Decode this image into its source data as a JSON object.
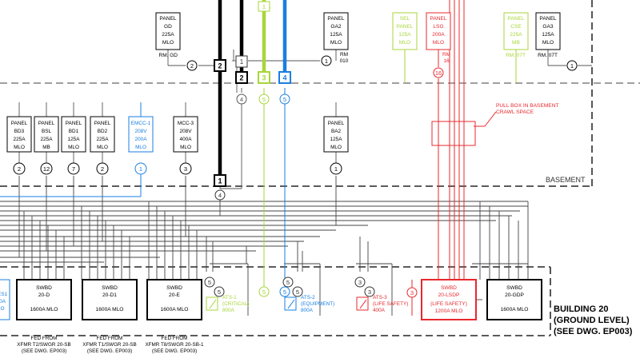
{
  "colors": {
    "black": "#000000",
    "green": "#a8d63a",
    "blue": "#1a7fe0",
    "red": "#e8282d",
    "gray": "#7a7a7a",
    "dashed": "#555555"
  },
  "top_panels": [
    {
      "id": "gd",
      "lines": [
        "PANEL",
        "GD",
        "225A",
        "MLO"
      ],
      "rm": "RM. GD",
      "tag": "2",
      "color": "black"
    },
    {
      "id": "ga2",
      "lines": [
        "PANEL",
        "GA2",
        "125A",
        "MLO"
      ],
      "rm": "RM\n010",
      "tag": "1",
      "color": "black"
    },
    {
      "id": "sel",
      "lines": [
        "SEL",
        "PANEL",
        "125A",
        "MLO"
      ],
      "rm": "",
      "tag": "",
      "color": "green"
    },
    {
      "id": "lsg",
      "lines": [
        "PANEL",
        "LSG",
        "200A",
        "MLO"
      ],
      "rm": "RM\n16",
      "tag": "16",
      "color": "red"
    },
    {
      "id": "cse",
      "lines": [
        "PANEL",
        "CSE",
        "225A",
        "MB"
      ],
      "rm": "RM. 07T",
      "tag": "",
      "color": "green"
    },
    {
      "id": "ga3",
      "lines": [
        "PANEL",
        "GA3",
        "125A",
        "MLO"
      ],
      "rm": "RM. 07T",
      "tag": "1",
      "color": "black"
    }
  ],
  "mid_panels": [
    {
      "id": "bd3",
      "lines": [
        "PANEL",
        "BD3",
        "225A",
        "MLO"
      ],
      "tag": "2",
      "color": "black"
    },
    {
      "id": "bsl",
      "lines": [
        "PANEL",
        "BSL",
        "225A",
        "MB"
      ],
      "tag": "12",
      "color": "black"
    },
    {
      "id": "bd1",
      "lines": [
        "PANEL",
        "BD1",
        "125A",
        "MLO"
      ],
      "tag": "7",
      "color": "black"
    },
    {
      "id": "bd2",
      "lines": [
        "PANEL",
        "BD2",
        "225A",
        "MLO"
      ],
      "tag": "2",
      "color": "black"
    },
    {
      "id": "emcc1",
      "lines": [
        "EMCC-1",
        "208V",
        "200A",
        "MLO"
      ],
      "tag": "1",
      "color": "blue"
    },
    {
      "id": "mcc3",
      "lines": [
        "MCC-3",
        "208V",
        "400A",
        "MLO"
      ],
      "tag": "3",
      "color": "black"
    },
    {
      "id": "ba2",
      "lines": [
        "PANEL",
        "BA2",
        "125A",
        "MLO"
      ],
      "tag": "1",
      "color": "black"
    }
  ],
  "risers": [
    {
      "num": "2",
      "color": "black"
    },
    {
      "num": "1",
      "color": "black"
    },
    {
      "num": "2",
      "color": "black"
    },
    {
      "num": "3",
      "color": "green"
    },
    {
      "num": "4",
      "color": "blue"
    },
    {
      "num": "1",
      "color": "black"
    }
  ],
  "riser_tags": {
    "t1": "1",
    "t2": "2",
    "t4a": "4",
    "t5g": "5",
    "t5b": "5",
    "t4b": "4"
  },
  "pull_box_note": "PULL BOX IN BASEMENT\nCRAWL SPACE",
  "basement_label": "BASEMENT",
  "swbds": [
    {
      "id": "swbd20d",
      "lines": [
        "SWBD",
        "20-D",
        "",
        "1600A MLO"
      ],
      "color": "black",
      "fed": [
        "FED FROM",
        "XFMR T2/SWGR 20-SB",
        "(SEE DWG. EP003)"
      ]
    },
    {
      "id": "swbd20d1",
      "lines": [
        "SWBD",
        "20-D1",
        "",
        "1600A MLO"
      ],
      "color": "black",
      "fed": [
        "FED FROM",
        "XFMR T1/SWGR 20-SB",
        "(SEE DWG. EP003)"
      ]
    },
    {
      "id": "swbd20e",
      "lines": [
        "SWBD",
        "20-E",
        "",
        "1600A MLO"
      ],
      "color": "black",
      "fed": [
        "FED FROM",
        "XFMR T8/SWGR 20-SB-1",
        "(SEE DWG. EP003)"
      ]
    },
    {
      "id": "swbd20lsdp",
      "lines": [
        "SWBD",
        "20-LSDP",
        "(LIFE SAFETY)",
        "1200A MLO"
      ],
      "color": "red",
      "fed": []
    },
    {
      "id": "swbd20gdp",
      "lines": [
        "SWBD",
        "20-GDP",
        "",
        "1600A MLO"
      ],
      "color": "black",
      "fed": []
    }
  ],
  "ats": [
    {
      "id": "ats1",
      "lines": [
        "ATS-1",
        "(CRITICAL)",
        "800A"
      ],
      "color": "green",
      "tags": [
        "5",
        "5"
      ]
    },
    {
      "id": "ats2",
      "lines": [
        "ATS-2",
        "(EQUIPMENT)",
        "800A"
      ],
      "color": "blue",
      "tags": [
        "5",
        "5"
      ]
    },
    {
      "id": "ats3",
      "lines": [
        "ATS-3",
        "(LIFE SAFETY)",
        "400A"
      ],
      "color": "red",
      "tags": [
        "3",
        "3"
      ]
    }
  ],
  "ats_side_tags": {
    "green": "5",
    "blue": "5",
    "red": "3"
  },
  "partial_left": [
    "ES1",
    "0A",
    "O"
  ],
  "building_label": [
    "BUILDING 20",
    "(GROUND LEVEL)",
    "(SEE DWG. EP003)"
  ]
}
